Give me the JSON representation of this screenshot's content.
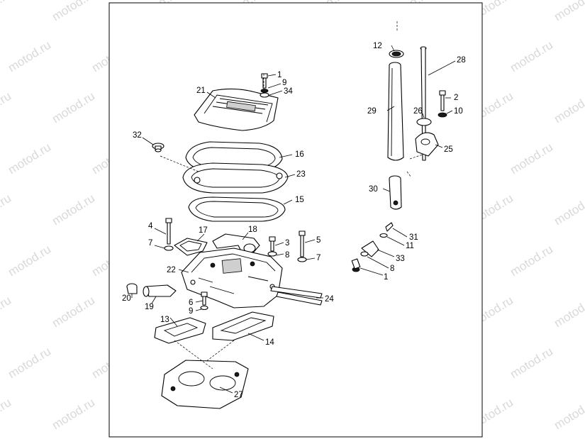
{
  "watermark": "motod.ru",
  "callouts": [
    "1",
    "2",
    "3",
    "4",
    "5",
    "6",
    "7",
    "8",
    "9",
    "10",
    "11",
    "12",
    "13",
    "14",
    "15",
    "16",
    "17",
    "18",
    "19",
    "20",
    "21",
    "22",
    "23",
    "24",
    "25",
    "26",
    "27",
    "28",
    "29",
    "30",
    "31",
    "32",
    "33",
    "34"
  ]
}
